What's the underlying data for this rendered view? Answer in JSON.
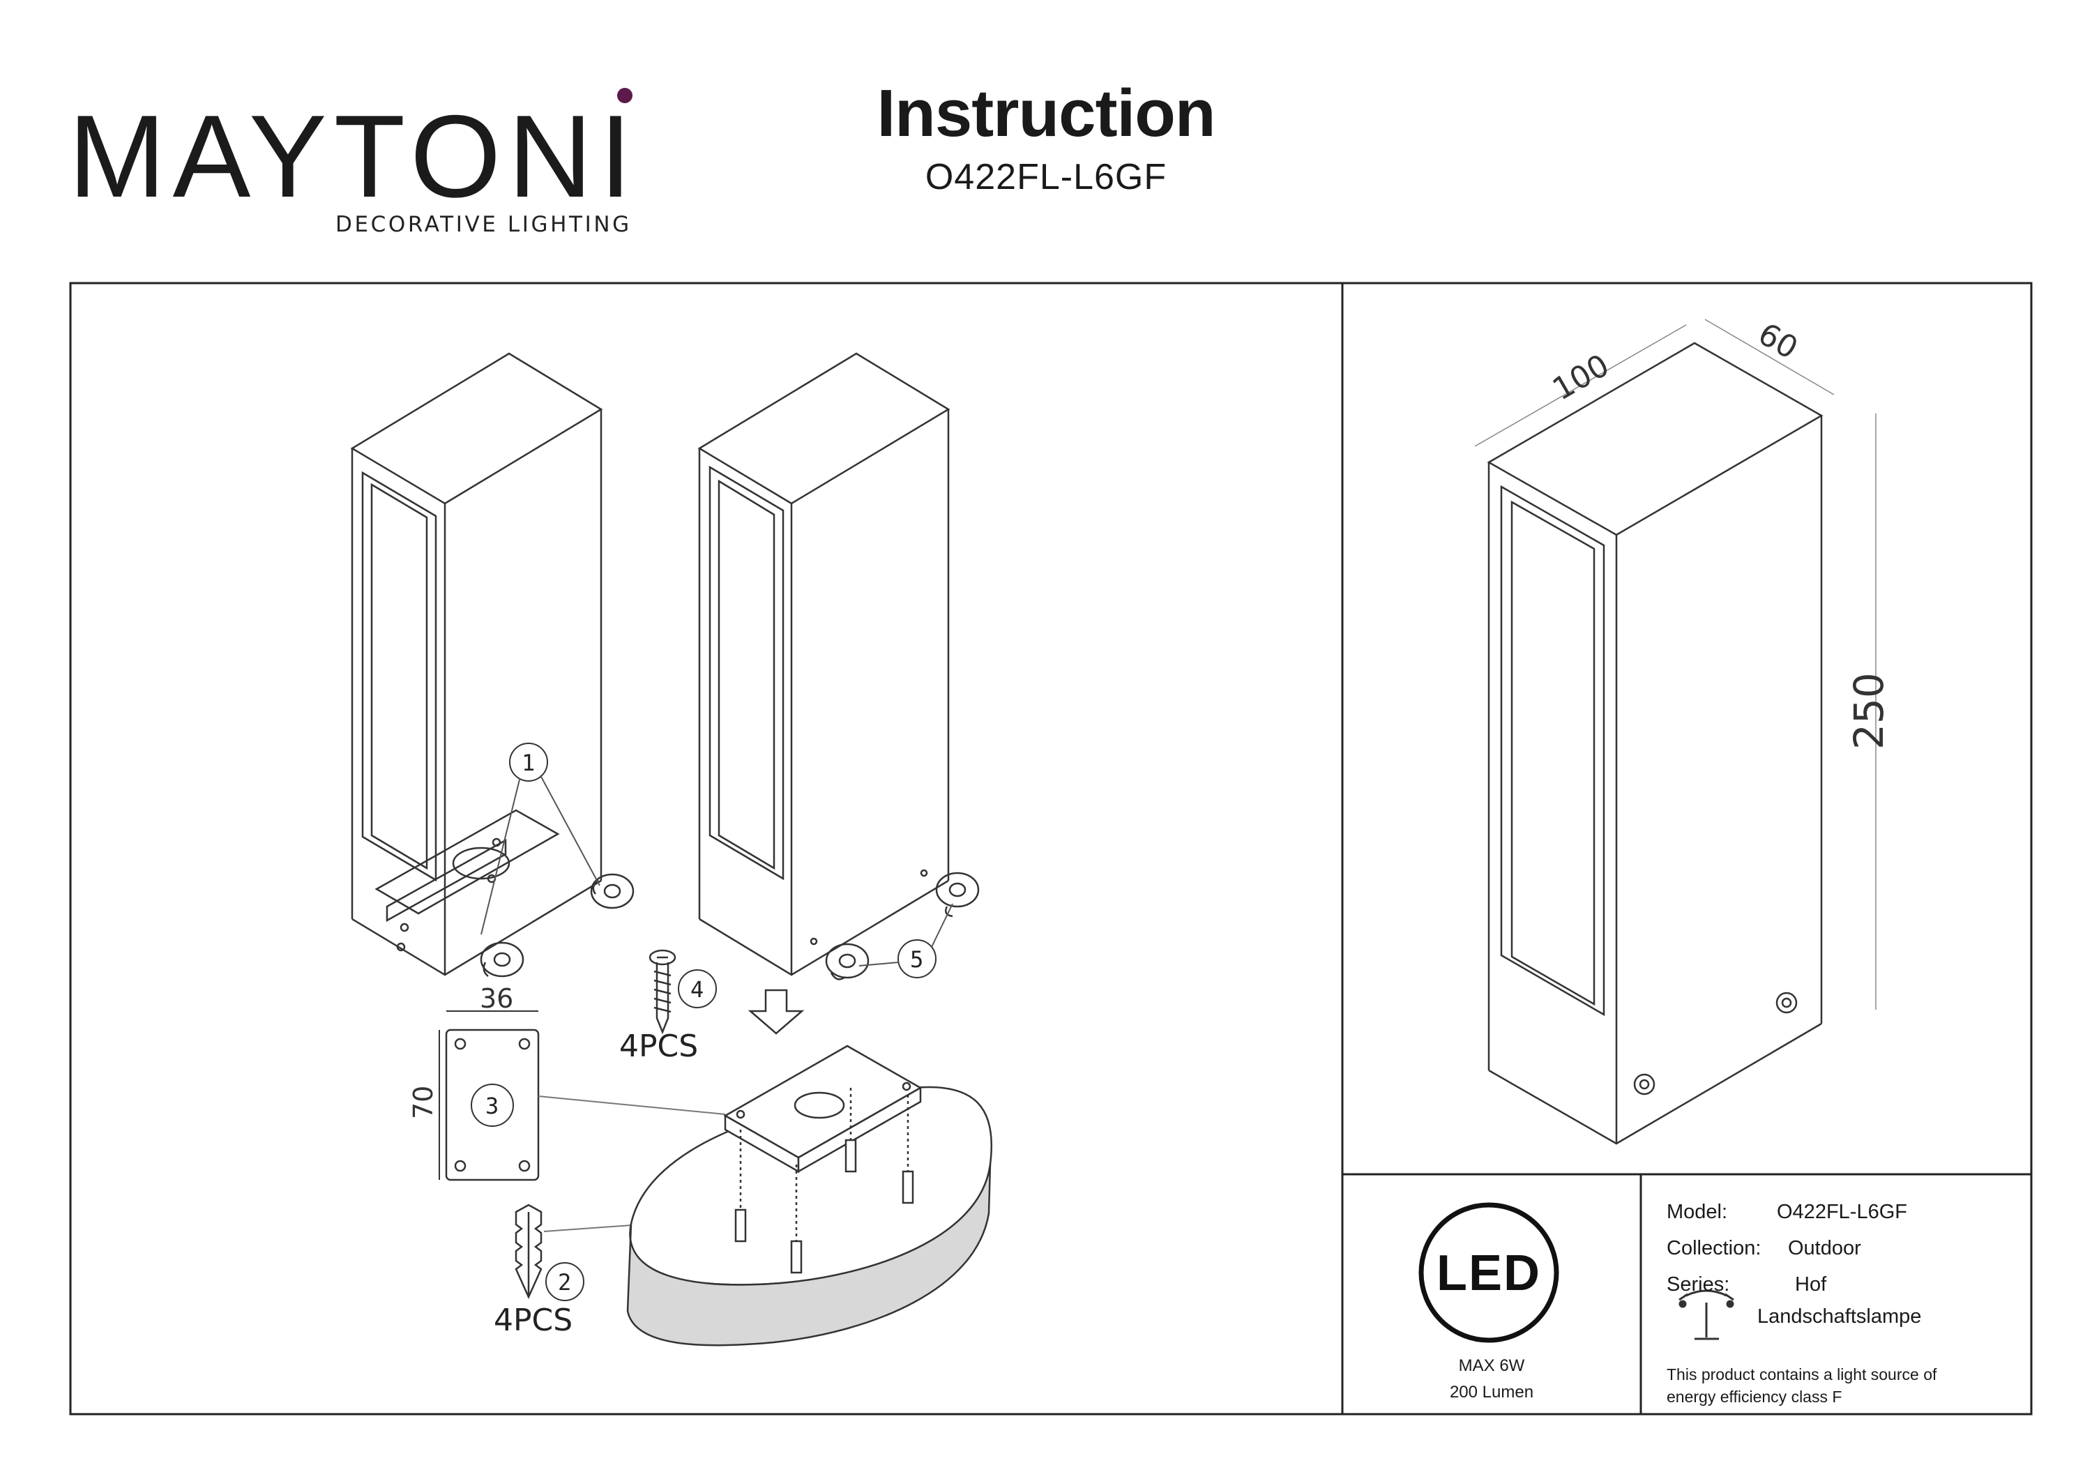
{
  "brand": {
    "name": "MAYTONI",
    "tagline": "DECORATIVE LIGHTING",
    "accent_color": "#5b1a4a"
  },
  "header": {
    "title": "Instruction",
    "model_code": "O422FL-L6GF"
  },
  "assembly": {
    "callouts": [
      "1",
      "2",
      "3",
      "4",
      "5"
    ],
    "screw_qty": "4PCS",
    "anchor_qty": "4PCS",
    "plate_width": "36",
    "plate_height": "70"
  },
  "dimensions": {
    "width": "100",
    "depth": "60",
    "height": "250"
  },
  "energy": {
    "led_badge": "LED",
    "power": "MAX 6W",
    "lumen": "200 Lumen"
  },
  "specs": {
    "model_label": "Model:",
    "model_value": "O422FL-L6GF",
    "collection_label": "Collection:",
    "collection_value": "Outdoor",
    "series_label": "Series:",
    "series_value": "Hof",
    "type_value": "Landschaftslampe",
    "type_icon": "landscape-lamp-icon",
    "note_line1": "This product contains a light source of",
    "note_line2": "energy efficiency class F"
  }
}
